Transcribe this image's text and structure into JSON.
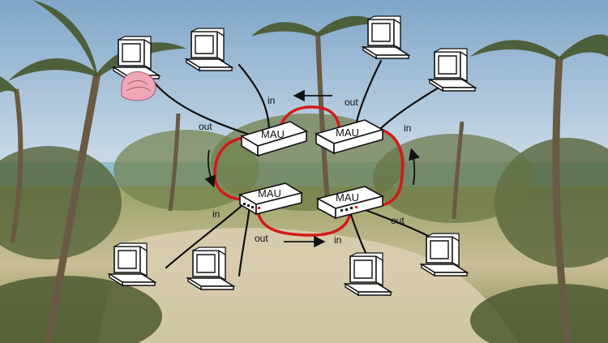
{
  "diagram": {
    "hubs": [
      {
        "id": "top-left",
        "label": "MAU"
      },
      {
        "id": "top-right",
        "label": "MAU"
      },
      {
        "id": "bottom-left",
        "label": "MAU"
      },
      {
        "id": "bottom-right",
        "label": "MAU"
      }
    ],
    "flow_labels": {
      "top_in": "in",
      "top_out": "out",
      "left_out": "out",
      "left_in": "in",
      "right_in": "in",
      "bottom_out": "out",
      "bottom_in": "in",
      "right_out": "out"
    },
    "colors": {
      "ring_cable": "#d21a1a",
      "station_cable": "#111111",
      "hub_fill": "#ffffff",
      "sky": "#9fc1dc",
      "foliage": "#6f7c46",
      "sand": "#d9ccb0",
      "palm_trunk": "#6a5a43",
      "shell": "#f0a7b8"
    },
    "icons": {
      "computer": "desktop-computer-icon",
      "shell": "seashell-icon"
    }
  }
}
